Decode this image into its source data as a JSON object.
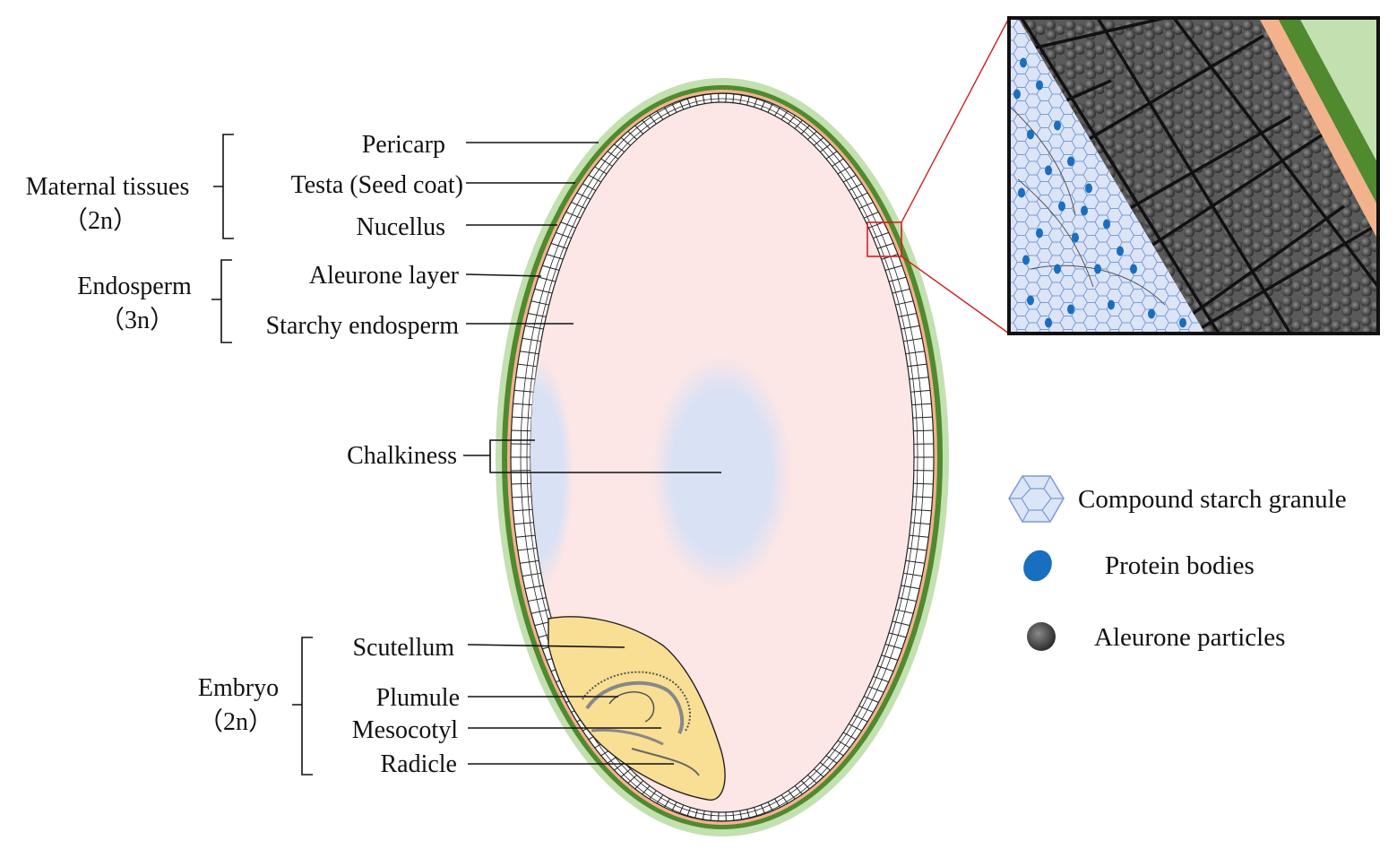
{
  "groups": [
    {
      "id": "maternal",
      "name": "Maternal tissues",
      "ploidy": "（2n）"
    },
    {
      "id": "endosperm",
      "name": "Endosperm",
      "ploidy": "（3n）"
    },
    {
      "id": "embryo",
      "name": "Embryo",
      "ploidy": "（2n）"
    }
  ],
  "labels": {
    "pericarp": "Pericarp",
    "testa": "Testa (Seed coat)",
    "nucellus": "Nucellus",
    "aleurone": "Aleurone layer",
    "starchy": "Starchy endosperm",
    "chalkiness": "Chalkiness",
    "scutellum": "Scutellum",
    "plumule": "Plumule",
    "mesocotyl": "Mesocotyl",
    "radicle": "Radicle"
  },
  "legend": [
    {
      "id": "starch",
      "icon": "compound-starch-granule-icon",
      "label": "Compound starch granule"
    },
    {
      "id": "protein",
      "icon": "protein-body-icon",
      "label": "Protein bodies"
    },
    {
      "id": "aleurone",
      "icon": "aleurone-particle-icon",
      "label": "Aleurone particles"
    }
  ],
  "colors": {
    "pericarp_outer": "#c3e0b0",
    "pericarp_dark": "#4f8a2e",
    "testa": "#f2b38c",
    "endosperm": "#fce6e6",
    "chalk": "#d9e1f5",
    "embryo": "#f9df94",
    "protein": "#1a6ec0",
    "aleurone_cell": "#4a4a4a",
    "inset_frame": "#d02020"
  }
}
